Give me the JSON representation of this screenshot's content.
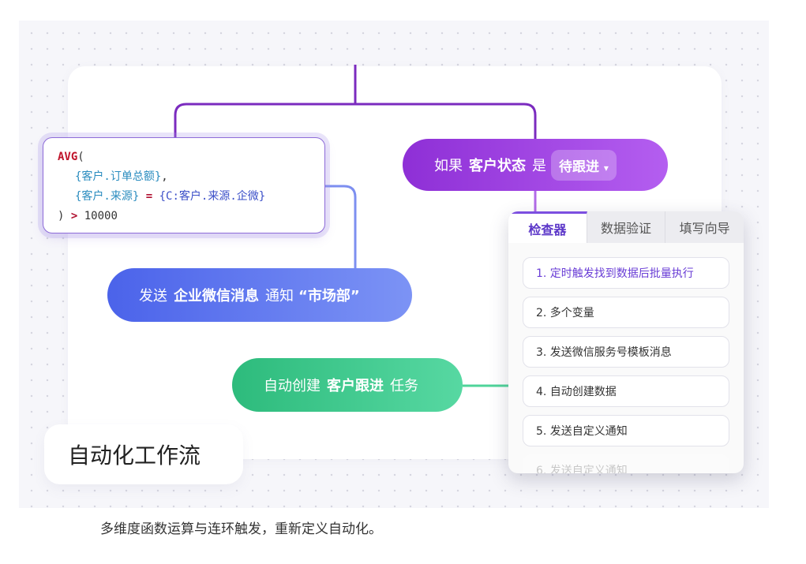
{
  "page_title": "自动化工作流",
  "caption": "多维度函数运算与连环触发，重新定义自动化。",
  "code": {
    "fn": "AVG",
    "open": "(",
    "ref1": "{客户.订单总额}",
    "comma": ",",
    "ref2": "{客户.来源}",
    "eq": "=",
    "cref": "{C:客户.来源.企微}",
    "close": ")",
    "gt": ">",
    "num": "10000"
  },
  "condition": {
    "prefix": "如果",
    "field": "客户状态",
    "verb": "是",
    "value": "待跟进",
    "caret": "▾"
  },
  "send_action": {
    "prefix": "发送",
    "channel": "企业微信消息",
    "verb": "通知",
    "target": "“市场部”"
  },
  "task_action": {
    "prefix": "自动创建",
    "object": "客户跟进",
    "suffix": "任务"
  },
  "inspector": {
    "tabs": [
      "检查器",
      "数据验证",
      "填写向导"
    ],
    "items": [
      "1. 定时触发找到数据后批量执行",
      "2. 多个变量",
      "3. 发送微信服务号模板消息",
      "4. 自动创建数据",
      "5. 发送自定义通知",
      "6. 发送自定义通知"
    ]
  },
  "colors": {
    "condition_gradient": [
      "#8e2fd6",
      "#b45ef0"
    ],
    "send_gradient": [
      "#4b63ea",
      "#7c93f5"
    ],
    "task_gradient": [
      "#2dbb7c",
      "#57d8a2"
    ],
    "accent": "#7c4fe0"
  }
}
